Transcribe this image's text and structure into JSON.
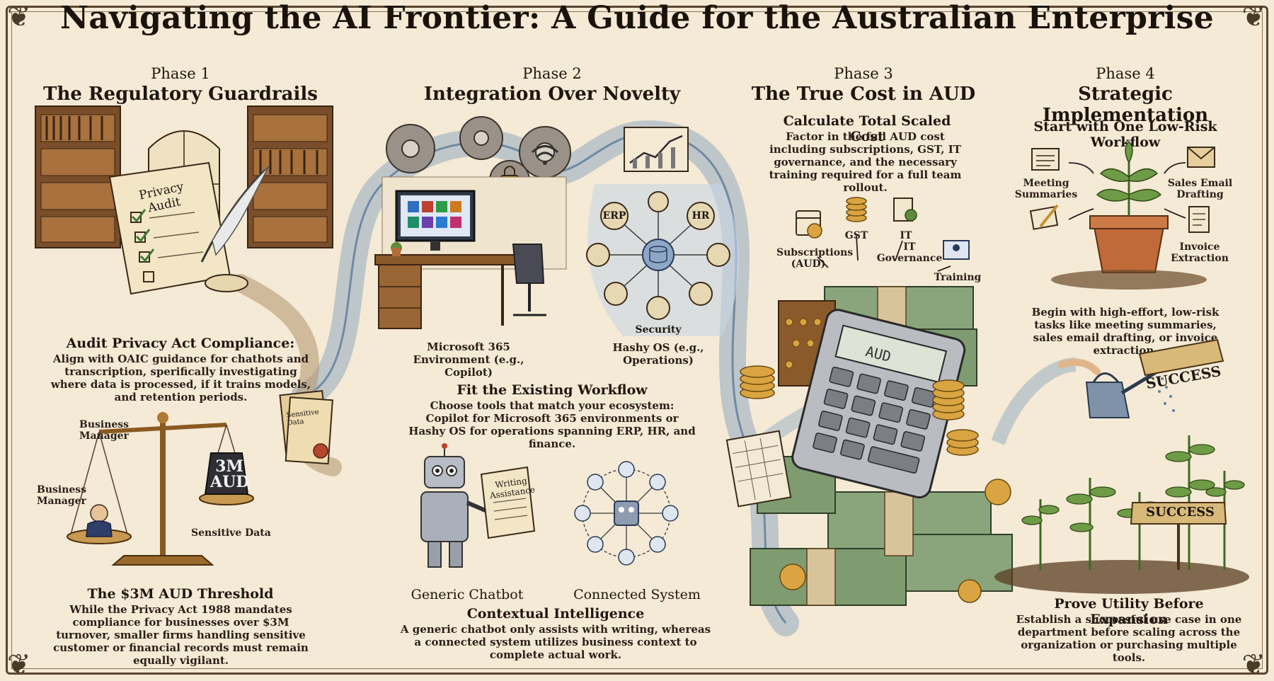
{
  "title": "Navigating the AI Frontier: A Guide for the Australian Enterprise",
  "phases": [
    {
      "number": "Phase 1",
      "title": "The Regulatory Guardrails",
      "scroll_title": "Privacy Audit",
      "folder_label": "Sensitive Data",
      "audit": {
        "heading": "Audit Privacy Act Compliance:",
        "text": "Align with OAIC guidance for chathots and transcription, sperifically investigating where data is processed, if it trains models, and retention periods."
      },
      "scale": {
        "label_top": "Business Manager",
        "label_left": "Business Manager",
        "weight_line1": "3M",
        "weight_line2": "AUD",
        "label_right": "Sensitive Data"
      },
      "threshold": {
        "heading": "The $3M AUD Threshold",
        "text": "While the Privacy Act 1988 mandates compliance for businesses over $3M turnover, smaller firms handling sensitive customer or financial records must remain equally vigilant."
      }
    },
    {
      "number": "Phase 2",
      "title": "Integration Over Novelty",
      "ms_label": "Microsoft 365 Environment (e.g., Copilot)",
      "hub": {
        "erp": "ERP",
        "hr": "HR",
        "security": "Security"
      },
      "hashy_label": "Hashy OS (e.g., Operations)",
      "workflow": {
        "heading": "Fit the Existing Workflow",
        "text": "Choose tools that match your ecosystem: Copilot for Microsoft 365 environments or Hashy OS for operations spanning ERP, HR, and finance."
      },
      "writing_label": "Writing Assistance",
      "generic_label": "Generic Chatbot",
      "connected_label": "Connected System",
      "contextual": {
        "heading": "Contextual Intelligence",
        "text": "A generic chatbot only assists with writing, whereas a connected system utilizes business context to complete actual work."
      }
    },
    {
      "number": "Phase 3",
      "title": "The True Cost in AUD",
      "scaled": {
        "heading": "Calculate Total Scaled Cost",
        "text": "Factor in the full AUD cost including subscriptions, GST, IT governance, and the necessary training required for a full team rollout."
      },
      "cost_labels": {
        "subscriptions": "Subscriptions (AUD)",
        "gst": "GST",
        "it": "IT",
        "it_governance": "IT Governance",
        "training": "Training"
      },
      "calculator_display": "AUD"
    },
    {
      "number": "Phase 4",
      "title": "Strategic Implementation",
      "start": {
        "heading": "Start with One Low-Risk Workflow"
      },
      "workflow_labels": {
        "meeting": "Meeting Summaries",
        "sales": "Sales Email Drafting",
        "invoice": "Invoice Extraction"
      },
      "begin_text": "Begin with high-effort, low-risk tasks like meeting summaries, sales email drafting, or invoice extraction.",
      "banner_top": "SUCCESS",
      "banner_bottom": "SUCCESS",
      "prove": {
        "heading": "Prove Utility Before Expansion",
        "text": "Establish a successful use case in one department before scaling across the organization or purchasing multiple tools."
      }
    }
  ],
  "colors": {
    "parchment": "#f5ead5",
    "ink": "#1e1710",
    "wood": "#8b5a2b",
    "river": "#5b7fa6",
    "money": "#6f8f62",
    "plant": "#5f8a3c",
    "pot": "#c06a3a",
    "gold": "#c9922e"
  }
}
